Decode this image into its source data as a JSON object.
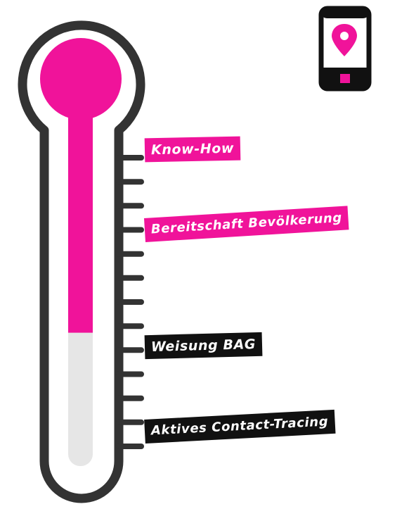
{
  "colors": {
    "pink": "#f0139a",
    "black": "#111111",
    "outline": "#333333",
    "tube_empty": "#e6e6e6"
  },
  "thermometer": {
    "fill_level": 0.63,
    "tick_count": 13
  },
  "labels": [
    {
      "text": "Know-How",
      "style": "pink"
    },
    {
      "text": "Bereitschaft Bevölkerung",
      "style": "pink"
    },
    {
      "text": "Weisung BAG",
      "style": "black"
    },
    {
      "text": "Aktives Contact-Tracing",
      "style": "black"
    }
  ],
  "icons": {
    "phone": "smartphone-location-pin-icon"
  }
}
